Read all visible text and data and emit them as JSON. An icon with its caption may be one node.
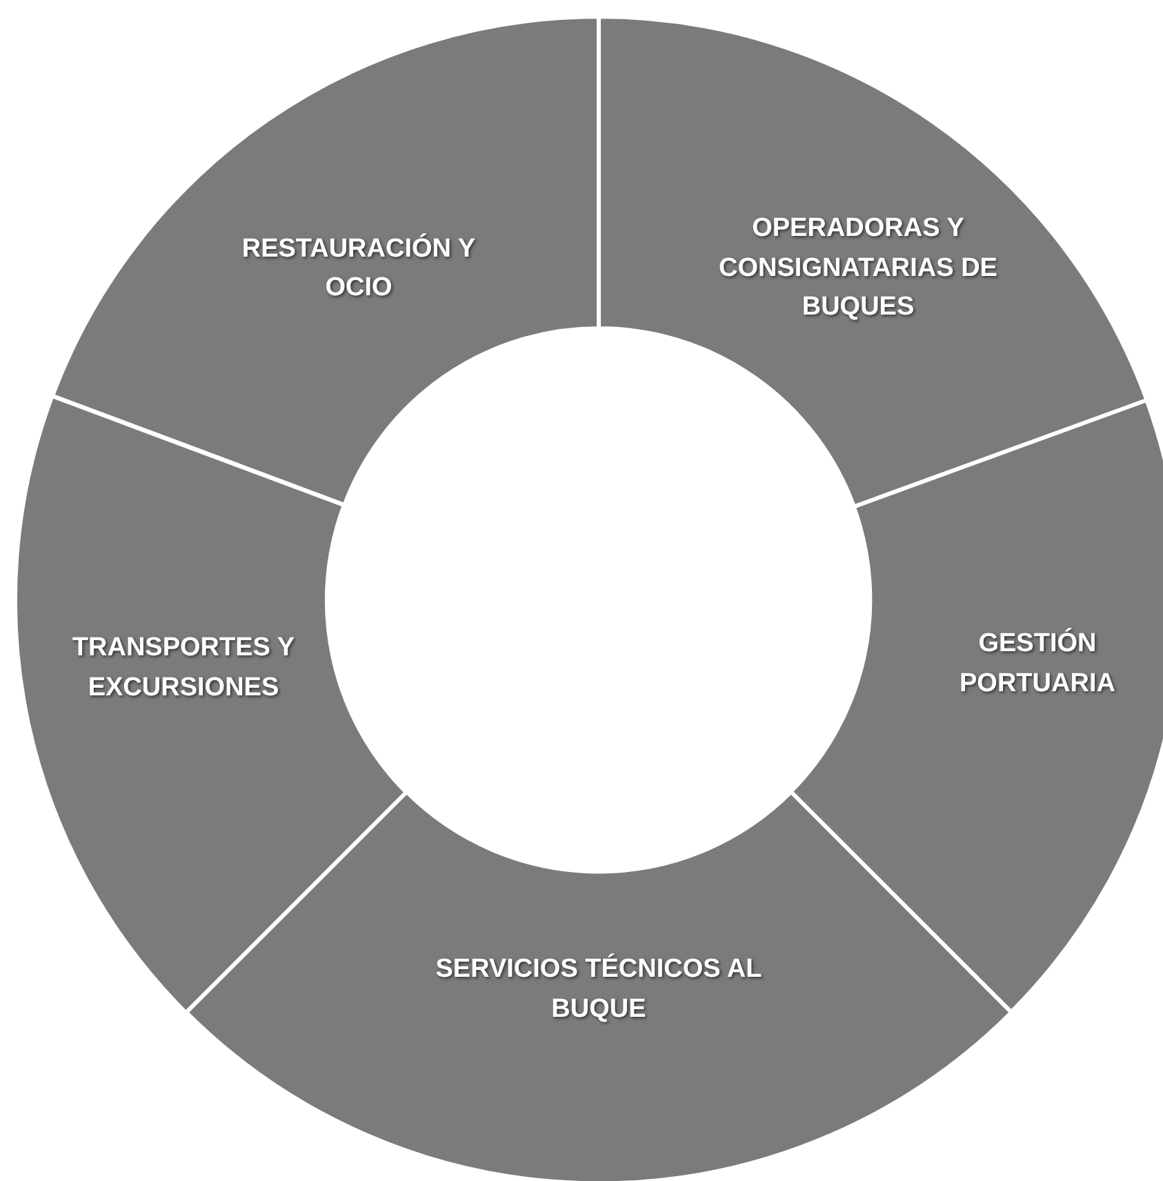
{
  "diagram": {
    "nodes": [
      {
        "text": [
          "RESTAURACIÓN Y OCIO"
        ]
      },
      {
        "text": [
          "OPERADORAS Y CONSIGNATARIAS DE BUQUES"
        ]
      },
      {
        "text": [
          "TRANSPORTES Y EXCURSIONES"
        ]
      },
      {
        "text": [
          "GESTIÓN PORTUARIA"
        ]
      },
      {
        "text": [
          "SERVICIOS TÉCNICOS AL BUQUE"
        ]
      }
    ]
  }
}
